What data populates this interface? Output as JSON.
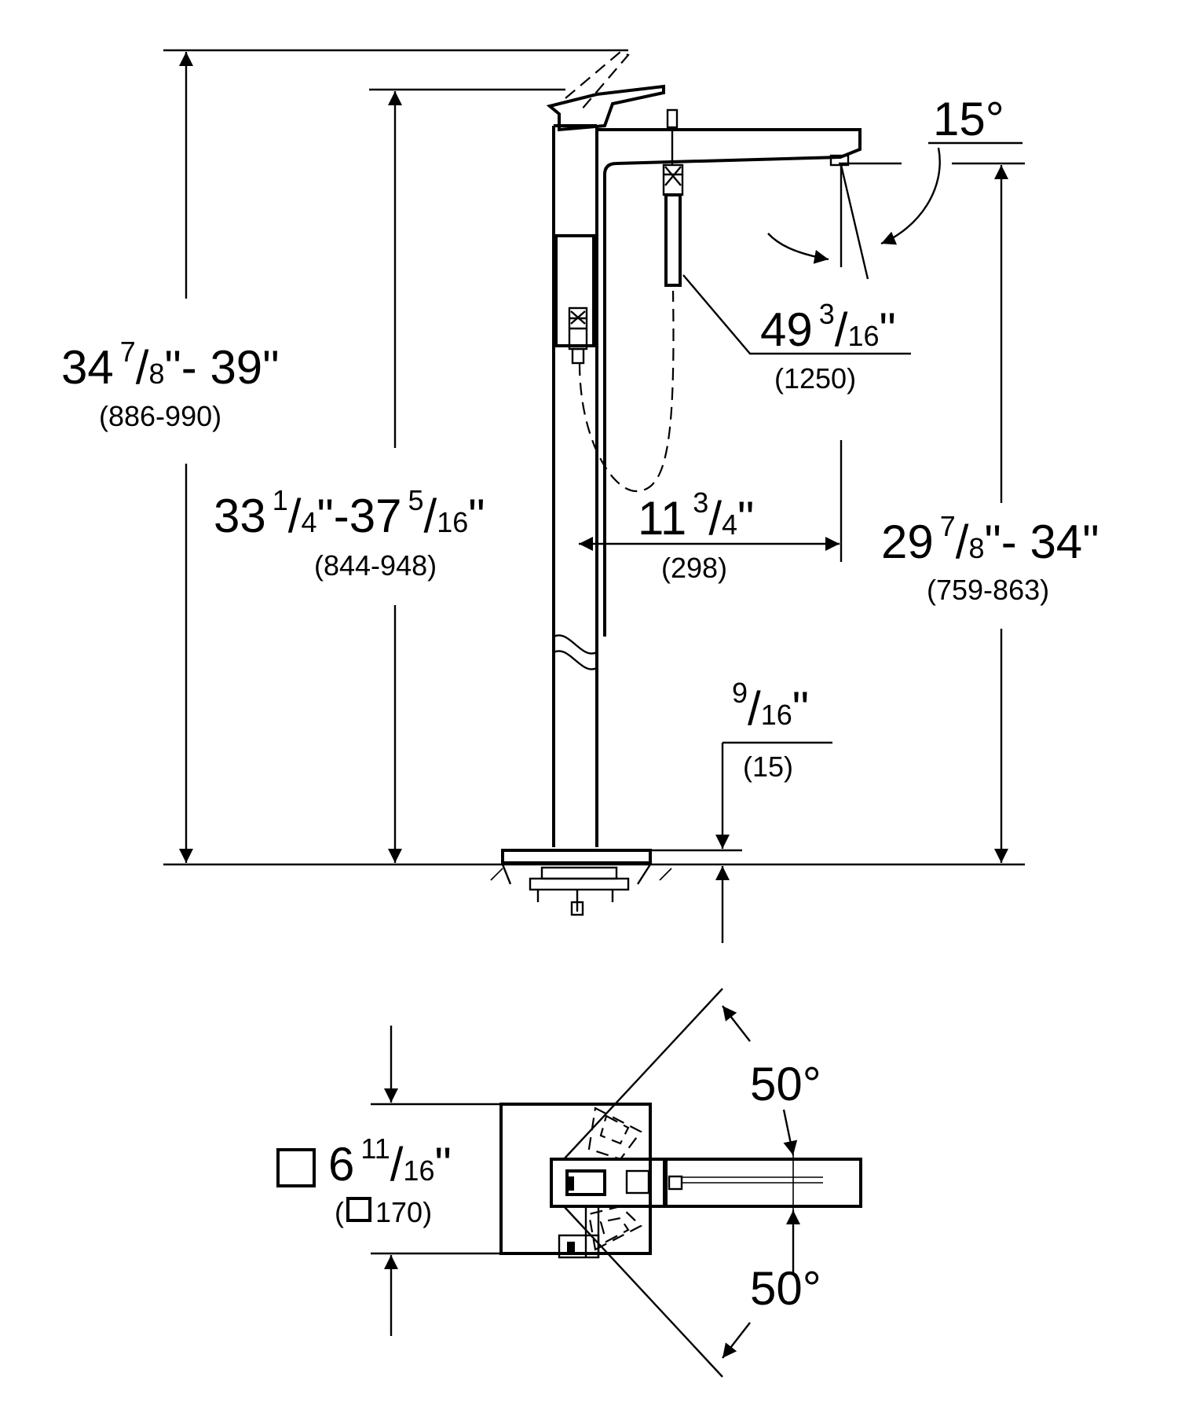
{
  "side_view": {
    "overall_height": {
      "whole": "34",
      "num": "7",
      "den": "8",
      "sep": "\"- ",
      "max": "39",
      "unit": "\"",
      "metric": "(886-990)"
    },
    "base_to_handle": {
      "whole": "33",
      "num": "1",
      "den": "4",
      "sep": "\"-",
      "max_whole": "37",
      "max_num": "5",
      "max_den": "16",
      "unit": "\"",
      "metric": "(844-948)"
    },
    "spout_height": {
      "whole": "29",
      "num": "7",
      "den": "8",
      "sep": "\"- ",
      "max": "34",
      "unit": "\"",
      "metric": "(759-863)"
    },
    "hose_length": {
      "whole": "49",
      "num": "3",
      "den": "16",
      "unit": "\"",
      "metric": "(1250)"
    },
    "spout_reach": {
      "whole": "11",
      "num": "3",
      "den": "4",
      "unit": "\"",
      "metric": "(298)"
    },
    "deck_thickness": {
      "num": "9",
      "den": "16",
      "unit": "\"",
      "metric": "(15)"
    },
    "spout_angle": "15°"
  },
  "top_view": {
    "base_size": {
      "whole": "6",
      "num": "11",
      "den": "16",
      "unit": "\"",
      "metric_open": "(",
      "metric": "170)"
    },
    "rotation_upper": "50°",
    "rotation_lower": "50°"
  }
}
